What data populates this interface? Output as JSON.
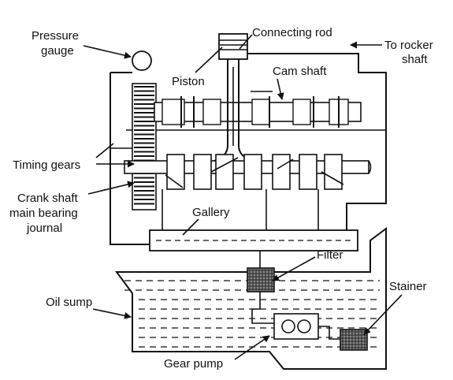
{
  "labels": {
    "pressure_gauge_line1": "Pressure",
    "pressure_gauge_line2": "gauge",
    "connecting_rod": "Connecting rod",
    "to_rocker_line1": "To rocker",
    "to_rocker_line2": "shaft",
    "piston": "Piston",
    "cam_shaft": "Cam shaft",
    "timing_gears": "Timing gears",
    "crank_line1": "Crank shaft",
    "crank_line2": "main bearing",
    "crank_line3": "journal",
    "gallery": "Gallery",
    "filter": "Filter",
    "stainer": "Stainer",
    "oil_sump": "Oil sump",
    "gear_pump": "Gear pump"
  }
}
